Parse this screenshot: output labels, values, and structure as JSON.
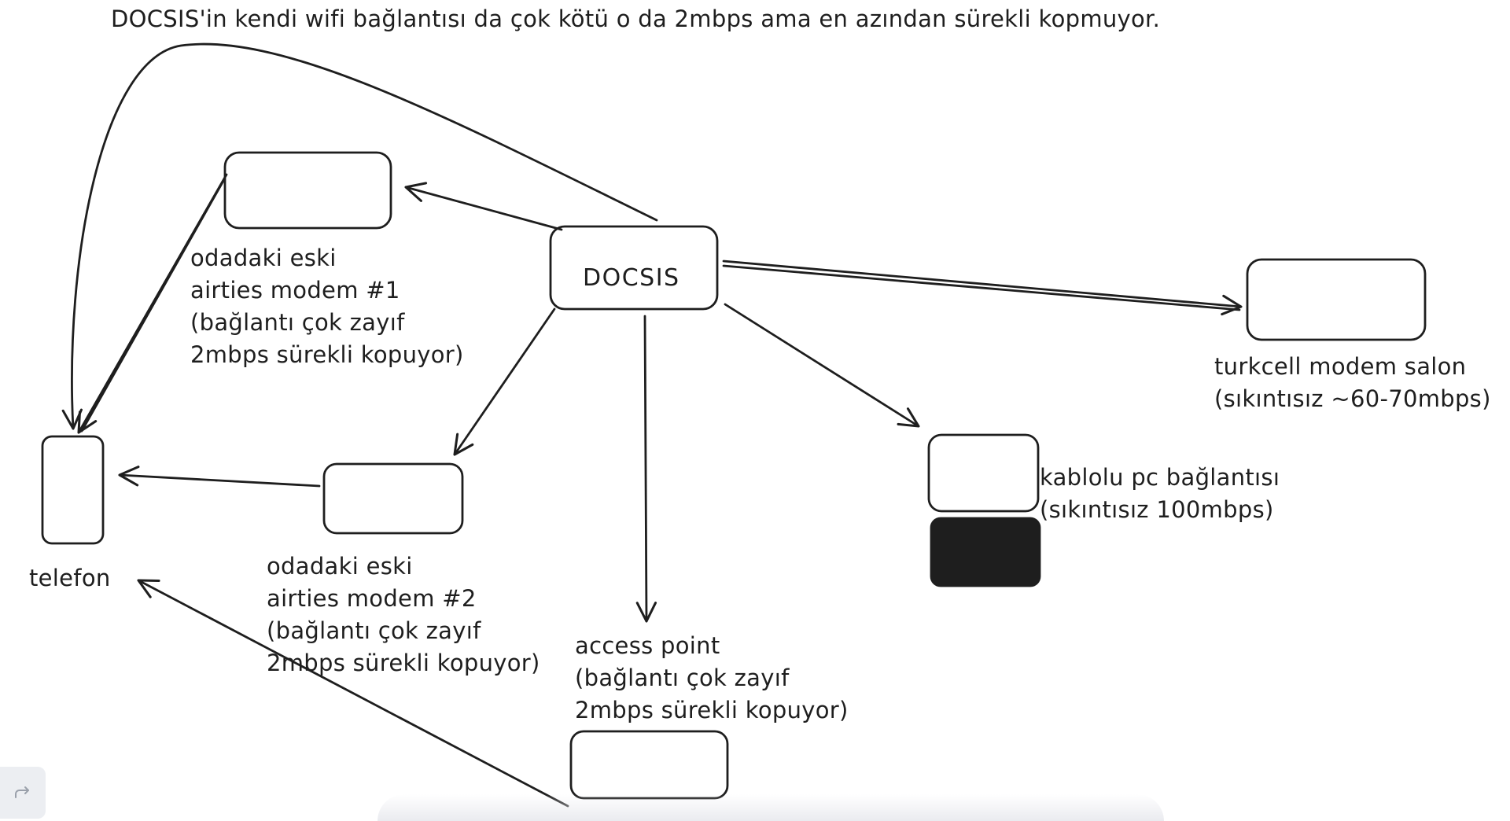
{
  "note": "DOCSIS'in kendi wifi bağlantısı da çok kötü o da 2mbps ama en azından sürekli kopmuyor.",
  "nodes": {
    "docsis": {
      "label": "DOCSIS"
    },
    "modem1": {
      "label": "odadaki eski\nairties modem #1\n(bağlantı çok zayıf\n2mbps sürekli kopuyor)"
    },
    "modem2": {
      "label": "odadaki eski\nairties modem #2\n(bağlantı çok zayıf\n2mbps sürekli kopuyor)"
    },
    "access_point": {
      "label": "access point\n(bağlantı çok zayıf\n2mbps sürekli kopuyor)"
    },
    "telefon": {
      "label": "telefon"
    },
    "turkcell": {
      "label": "turkcell modem salon\n(sıkıntısız ~60-70mbps)"
    },
    "pc": {
      "label": "kablolu pc bağlantısı\n(sıkıntısız 100mbps)"
    }
  },
  "colors": {
    "stroke": "#1e1e1e",
    "filled_box": "#1e1e1e",
    "background": "#ffffff"
  },
  "toolbar": {
    "undo_icon": "redo-arrow-icon"
  }
}
